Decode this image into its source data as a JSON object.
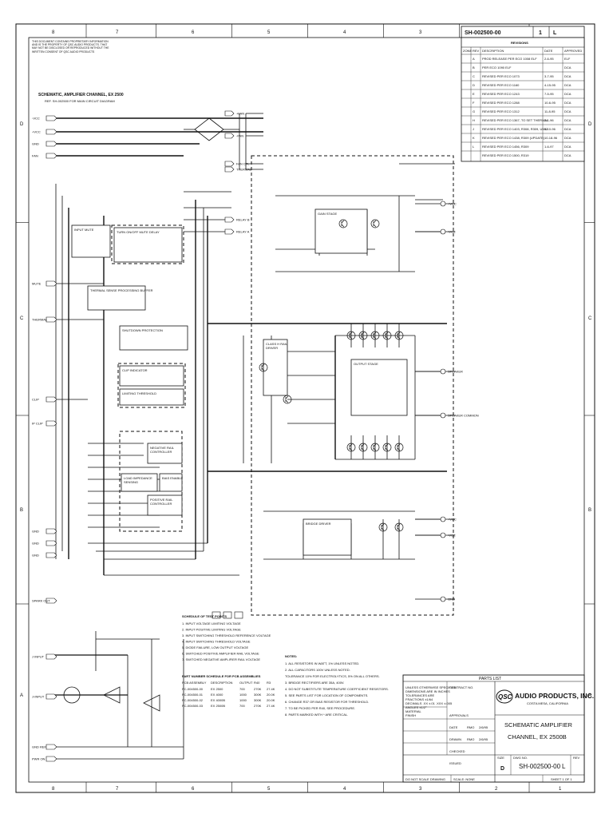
{
  "drawing_number": "SH-002500-00",
  "sheet": "1",
  "revision_letter": "L",
  "title_block": {
    "company": "AUDIO PRODUCTS, INC.",
    "location": "COSTA MESA, CALIFORNIA",
    "title_line1": "SCHEMATIC AMPLIFIER",
    "title_line2": "CHANNEL, EX 2500B",
    "size": "D",
    "dwg_no": "SH-002500-00",
    "rev": "L",
    "scale": "SCALE: NONE",
    "sheet_label": "SHEET 1 OF 1",
    "do_not_scale": "DO NOT SCALE DRAWING",
    "parts_list": "PARTS LIST",
    "logo": "QSC",
    "sign_labels": [
      "CONTRACT NO.",
      "APPROVALS",
      "DATE",
      "DRAWN",
      "CHECKED",
      "ISSUED"
    ],
    "sign_entries": [
      "RMO",
      "2/6/95",
      "RMO",
      "2/6/95"
    ],
    "size_label": "SIZE",
    "dwg_label": "DWG NO.",
    "rev_label": "REV"
  },
  "schematic_title": "SCHEMATIC, AMPLIFIER CHANNEL, EX 2500",
  "schematic_subtitle": "REF. SH-002500 FOR MAIN CIRCUIT DIAGRAM",
  "proprietary_notice": "THIS DOCUMENT CONTAINS PROPRIETARY INFORMATION AND IS THE PROPERTY OF QSC AUDIO PRODUCTS. THAT MAY NOT BE DISCLOSED OR REPRODUCED WITHOUT THE WRITTEN CONSENT OF QSC AUDIO PRODUCTS",
  "revisions": {
    "title": "REVISIONS",
    "headers": [
      "ZONE",
      "REV",
      "DESCRIPTION",
      "DATE",
      "APPROVED"
    ],
    "rows": [
      [
        "",
        "A",
        "PROD RELEASE PER ECO 1008 ELF",
        "2-6-95",
        "ELF"
      ],
      [
        "",
        "B",
        "PER ECO 1090 ELF",
        "",
        "DCA"
      ],
      [
        "",
        "C",
        "REVISED PER ECO 1073",
        "3-7-95",
        "DCA"
      ],
      [
        "",
        "D",
        "REVISED PER ECO 1160",
        "4-15-95",
        "DCA"
      ],
      [
        "",
        "E",
        "REVISED PER ECO 1243",
        "7-5-95",
        "DCA"
      ],
      [
        "",
        "F",
        "REVISED PER ECO 1288",
        "10-6-95",
        "DCA"
      ],
      [
        "",
        "G",
        "REVISED PER ECO 1312",
        "11-8-95",
        "DCA"
      ],
      [
        "",
        "H",
        "REVISED PER ECO 1367, TO SET THERMAL",
        "2-1-96",
        "DCA"
      ],
      [
        "",
        "J",
        "REVISED PER ECO 1403, R308, R309, U502",
        "5-10-96",
        "DCA"
      ],
      [
        "",
        "K",
        "REVISED PER ECO 1438, R309 (UPDATE)",
        "10-18-96",
        "DCA"
      ],
      [
        "",
        "L",
        "REVISED PER ECO 1456, R309",
        "1-6-97",
        "DCA"
      ],
      [
        "",
        "",
        "REVISED PER ECO 1500, R319",
        "",
        "DCA"
      ]
    ]
  },
  "zone_numbers": [
    "8",
    "7",
    "6",
    "5",
    "4",
    "3",
    "2",
    "1"
  ],
  "zone_letters": [
    "D",
    "C",
    "B",
    "A"
  ],
  "connectors": {
    "left": [
      "-VCC",
      "+VCC",
      "GND",
      "FAN",
      "MUTE",
      "THERMAL",
      "CLIP",
      "IP CLIP",
      "GND",
      "GND",
      "GND",
      "SPARK OUT",
      "J INPUT",
      "J-INPUT",
      "GND REF",
      "PWR ON"
    ],
    "top": [
      "+FAN",
      "-FAN",
      "FAN CTL",
      "THERMAL",
      "RELAY B",
      "RELAY A"
    ],
    "right": [
      "+VCC",
      "-VCC",
      "SPEAKER",
      "SPEAKER COMMON",
      "+VCC",
      "-VCC",
      "GND"
    ]
  },
  "function_blocks": [
    "TURN ON/OFF MUTE DELAY",
    "INPUT MUTE",
    "THERMAL SENSE PROCESSING BUFFER",
    "SHUTDOWN PROTECTION",
    "CLIP INDICATOR",
    "LIMITING THRESHOLD",
    "NEGATIVE RAIL CONTROLLER",
    "POSITIVE RAIL CONTROLLER",
    "LOAD IMPEDANCE SENSING",
    "BIAS ENABLE",
    "GAIN STAGE",
    "CLASS H RAIL DRIVER",
    "OUTPUT STAGE",
    "BRIDGE DRIVER"
  ],
  "notes": {
    "title": "NOTES:",
    "lines": [
      "1. ALL RESISTORS IN WATT, 1% UNLESS NOTED.",
      "2. ALL CAPACITORS 100V UNLESS NOTED.",
      "   TOLERANCE 10% FOR ELECTROLYTICS, 5% ON ALL OTHERS.",
      "3. BRIDGE RECTIFIERS ARE 35A, 400V.",
      "4. DO NOT SUBSTITUTE TEMPERATURE COEFFICIENT RESISTORS.",
      "5. SEE PARTS LIST FOR LOCATION OF COMPONENTS.",
      "6. CHANGE R37 OR BIAS RESISTOR FOR THRESHOLD.",
      "7. TO BE PICKED PER R40, SEE PROCEDURE.",
      "8. PARTS MARKED WITH * ARE CRITICAL."
    ]
  },
  "test_points": {
    "title": "SCHEDULE OF TEST POINTS",
    "lines": [
      "1. INPUT VOLTAGE LIMITING VOLTAGE",
      "2. INPUT POSITIVE LIMITING VOLTAGE",
      "3. INPUT SWITCHING THRESHOLD REFERENCE VOLTAGE",
      "4. INPUT SWITCHING THRESHOLD VOLTAGE",
      "5. DIODE FAILURE, LOW OUTPUT VOLTAGE",
      "6. SWITCHED POSITIVE AMPLIFIER RAIL VOLTAGE",
      "7. SWITCHED NEGATIVE AMPLIFIER RAIL VOLTAGE"
    ]
  },
  "parts_table": {
    "title": "PART NUMBER SCHEDULE FOR PCB ASSEMBLIES",
    "headers": [
      "PCB ASSEMBLY",
      "DESCRIPTION",
      "OUTPUT",
      "R40",
      "R3"
    ],
    "rows": [
      [
        "PC-004500-00",
        "EX 2500",
        "700",
        "270K",
        "27.4K"
      ],
      [
        "PC-004500-01",
        "EX 4000",
        "1000",
        "300K",
        "20.0K"
      ],
      [
        "PC-004500-02",
        "EX 4000B",
        "1000",
        "300K",
        "20.0K"
      ],
      [
        "PC-004500-03",
        "EX 2500B",
        "700",
        "270K",
        "27.4K"
      ]
    ]
  },
  "tolerance_block": [
    "UNLESS OTHERWISE SPECIFIED",
    "DIMENSIONS ARE IN INCHES",
    "TOLERANCES ARE",
    "FRACTIONS ±1/64",
    "DECIMALS .XX ±.01  .XXX ±.005",
    "ANGLES ±1/2°",
    "MATERIAL",
    "FINISH"
  ]
}
